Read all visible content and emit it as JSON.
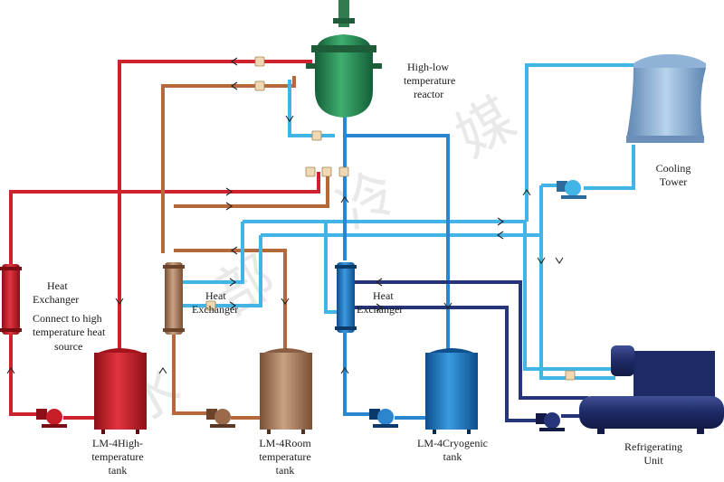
{
  "labels": {
    "reactor_1": "High-low",
    "reactor_2": "temperature",
    "reactor_3": "reactor",
    "tower_1": "Cooling",
    "tower_2": "Tower",
    "hx1_1": "Heat",
    "hx1_2": "Exchanger",
    "hx2_1": "Heat",
    "hx2_2": "Exchanger",
    "hx3_1": "Heat",
    "hx3_2": "Exchanger",
    "source_1": "Connect to high",
    "source_2": "temperature heat",
    "source_3": "source",
    "hightank_1": "LM-4High-",
    "hightank_2": "temperature",
    "hightank_3": "tank",
    "roomtank_1": "LM-4Room",
    "roomtank_2": "temperature",
    "roomtank_3": "tank",
    "cryotank_1": "LM-4Cryogenic",
    "cryotank_2": "tank",
    "refrig_1": "Refrigerating",
    "refrig_2": "Unit"
  },
  "colors": {
    "high_temp": "#d0212e",
    "room_temp": "#b5683a",
    "cooling": "#43b4e6",
    "cryogenic": "#2b86cf",
    "refrigerant": "#26357a",
    "reactor": "#2f9a5c"
  }
}
